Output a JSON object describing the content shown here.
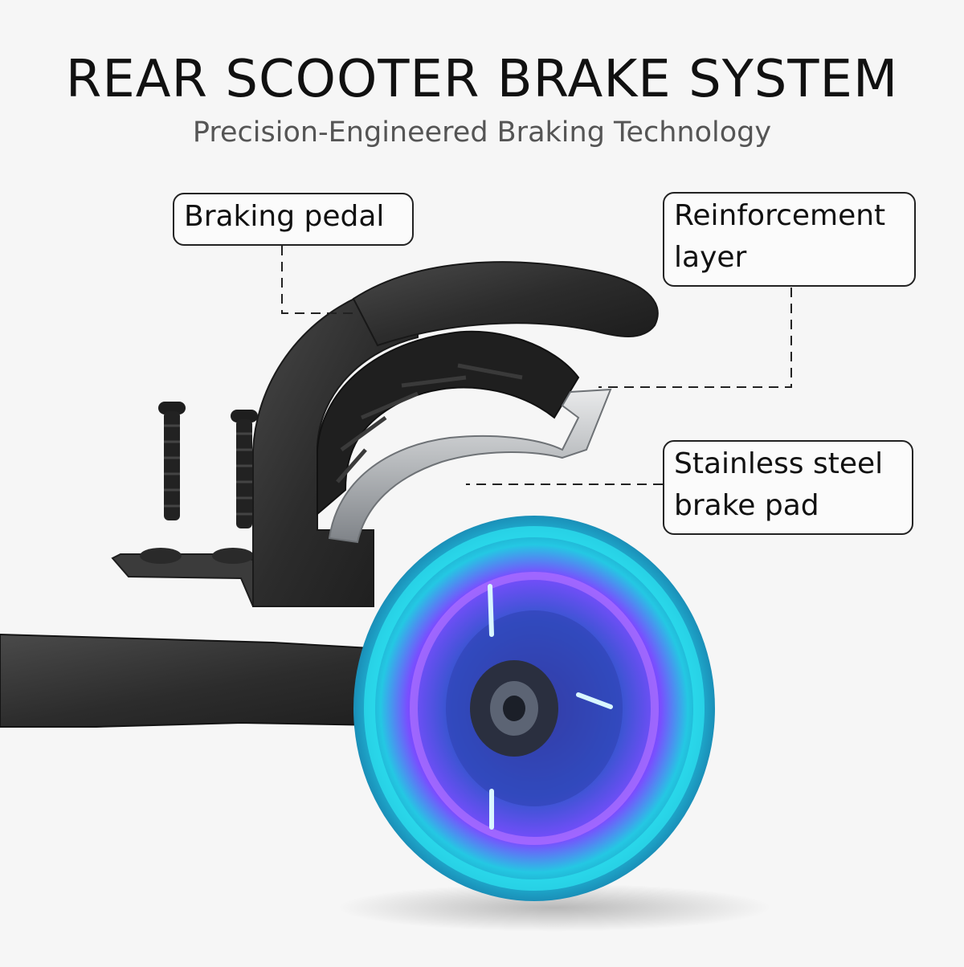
{
  "header": {
    "title": "REAR SCOOTER BRAKE SYSTEM",
    "subtitle": "Precision-Engineered Braking Technology"
  },
  "callouts": {
    "braking_pedal": {
      "lines": [
        "Braking pedal"
      ]
    },
    "reinforcement_layer": {
      "lines": [
        "Reinforcement",
        "layer"
      ]
    },
    "brake_pad": {
      "lines": [
        "Stainless steel",
        "brake pad"
      ]
    }
  },
  "colors": {
    "background": "#f6f6f6",
    "plastic": "#2b2b2b",
    "steel": "#b9bcbf",
    "wheel_glow_cyan": "#29d3e6",
    "wheel_glow_purple": "#8a4dff"
  }
}
